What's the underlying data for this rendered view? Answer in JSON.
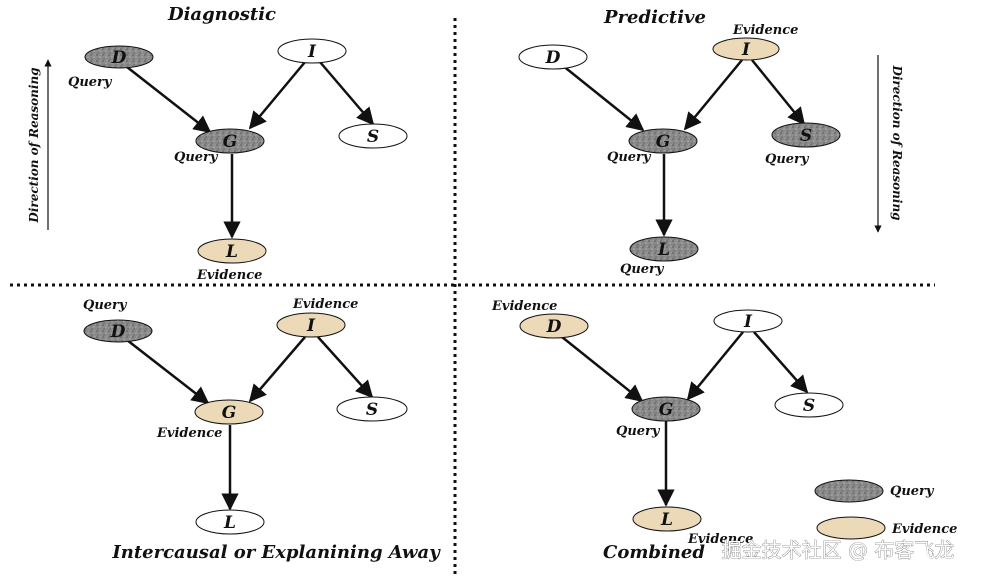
{
  "colors": {
    "query_fill": "#8c8c8c",
    "evidence_fill": "#ecd9b8",
    "plain_fill": "#ffffff",
    "stroke": "#111111"
  },
  "panels": {
    "diagnostic": {
      "title": "Diagnostic",
      "direction_label": "Direction of Reasoning",
      "nodes": {
        "D": "D",
        "I": "I",
        "G": "G",
        "S": "S",
        "L": "L"
      },
      "tags": {
        "D": "Query",
        "G": "Query",
        "L": "Evidence"
      }
    },
    "predictive": {
      "title": "Predictive",
      "direction_label": "Direction of Reasoning",
      "nodes": {
        "D": "D",
        "I": "I",
        "G": "G",
        "S": "S",
        "L": "L"
      },
      "tags": {
        "I": "Evidence",
        "G": "Query",
        "S": "Query",
        "L": "Query"
      }
    },
    "intercausal": {
      "title": "Intercausal or Explanining Away",
      "nodes": {
        "D": "D",
        "I": "I",
        "G": "G",
        "S": "S",
        "L": "L"
      },
      "tags": {
        "D": "Query",
        "I": "Evidence",
        "G": "Evidence"
      }
    },
    "combined": {
      "title": "Combined",
      "nodes": {
        "D": "D",
        "I": "I",
        "G": "G",
        "S": "S",
        "L": "L"
      },
      "tags": {
        "D": "Evidence",
        "G": "Query",
        "L": "Evidence"
      }
    }
  },
  "legend": {
    "query": "Query",
    "evidence": "Evidence"
  },
  "watermark": "掘金技术社区 @ 布客飞龙"
}
